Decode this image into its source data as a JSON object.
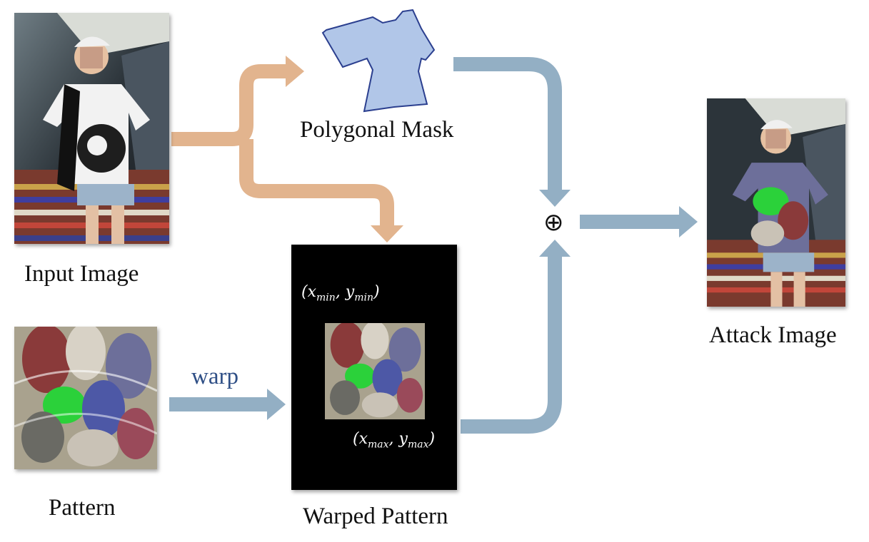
{
  "labels": {
    "input_image": "Input Image",
    "polygonal_mask": "Polygonal Mask",
    "attack_image": "Attack Image",
    "pattern": "Pattern",
    "warped_pattern": "Warped Pattern",
    "warp": "warp",
    "operator": "⊕"
  },
  "coords": {
    "min_x": "x",
    "min_x_sub": "min",
    "min_y": "y",
    "min_y_sub": "min",
    "max_x": "x",
    "max_x_sub": "max",
    "max_y": "y",
    "max_y_sub": "max"
  },
  "colors": {
    "orange_arrow": "#e2b48e",
    "blue_arrow": "#93afc4",
    "mask_fill": "#b1c6e8",
    "mask_stroke": "#2b3f8f",
    "warp_text": "#2f4f86",
    "warped_bg": "#000000"
  }
}
